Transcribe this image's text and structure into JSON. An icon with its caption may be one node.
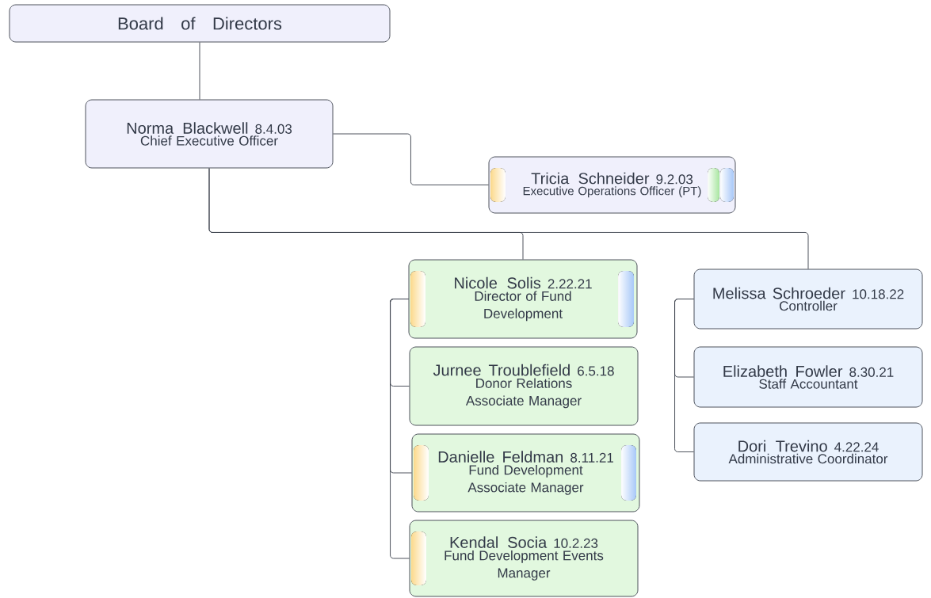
{
  "diagram": {
    "nodes": [
      {
        "text": [
          "Board of Directors"
        ]
      },
      {
        "text": [
          "Norma Blackwell",
          "8.4.03",
          "Chief Executive Officer"
        ]
      },
      {
        "text": [
          "Tricia Schneider",
          "9.2.03",
          "Executive Operations Officer (PT)"
        ]
      },
      {
        "text": [
          "Nicole Solis",
          "2.22.21",
          "Director of Fund Development"
        ]
      },
      {
        "text": [
          "Jurnee Troublefield",
          "6.5.18",
          "Donor Relations Associate Manager"
        ]
      },
      {
        "text": [
          "Danielle Feldman",
          "8.11.21",
          "Fund Development Associate Manager"
        ]
      },
      {
        "text": [
          "Kendal Socia",
          "10.2.23",
          "Fund Development Events Manager"
        ]
      },
      {
        "text": [
          "Melissa Schroeder",
          "10.18.22",
          "Controller"
        ]
      },
      {
        "text": [
          "Elizabeth Fowler",
          "8.30.21",
          "Staff Accountant"
        ]
      },
      {
        "text": [
          "Dori Trevino",
          "4.22.24",
          "Administrative Coordinator"
        ]
      }
    ],
    "edges": [
      {
        "from": 0,
        "to": 1,
        "arrow": "none"
      },
      {
        "from": 1,
        "to": 2,
        "arrow": "none"
      },
      {
        "from": 1,
        "to": 3,
        "arrow": "none"
      },
      {
        "from": 1,
        "to": 7,
        "arrow": "none"
      },
      {
        "from": 3,
        "to": 4,
        "arrow": "none"
      },
      {
        "from": 3,
        "to": 5,
        "arrow": "none"
      },
      {
        "from": 3,
        "to": 6,
        "arrow": "none"
      },
      {
        "from": 7,
        "to": 8,
        "arrow": "none"
      },
      {
        "from": 7,
        "to": 9,
        "arrow": "none"
      }
    ]
  }
}
